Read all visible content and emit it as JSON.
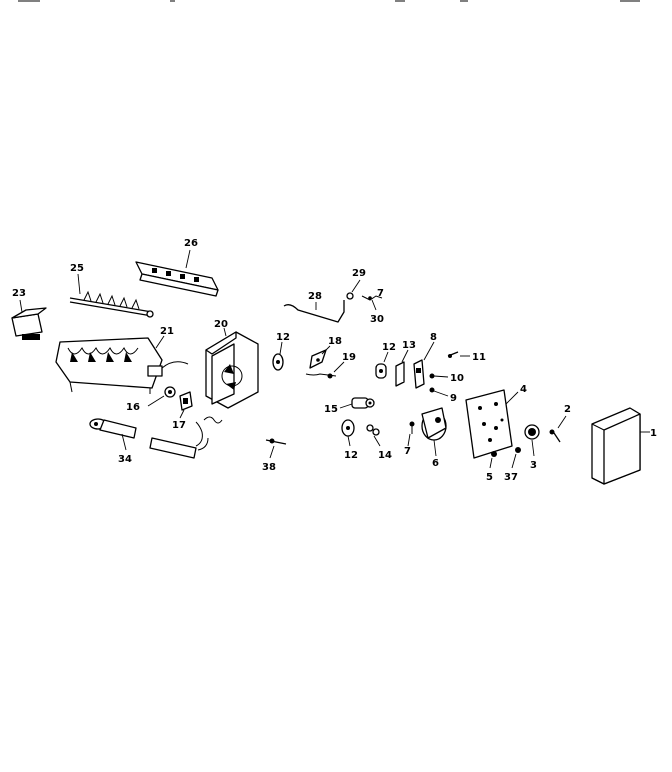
{
  "diagram": {
    "colors": {
      "ink": "#000000",
      "background": "#ffffff"
    },
    "callouts": {
      "p1": "1",
      "p2": "2",
      "p3": "3",
      "p4": "4",
      "p5": "5",
      "p6": "6",
      "p7a": "7",
      "p7b": "7",
      "p8": "8",
      "p9": "9",
      "p10": "10",
      "p11": "11",
      "p12a": "12",
      "p12b": "12",
      "p12c": "12",
      "p13": "13",
      "p14": "14",
      "p15": "15",
      "p16": "16",
      "p17": "17",
      "p18": "18",
      "p19": "19",
      "p20": "20",
      "p21": "21",
      "p23": "23",
      "p25": "25",
      "p26": "26",
      "p28": "28",
      "p29": "29",
      "p30": "30",
      "p34": "34",
      "p37": "37",
      "p38": "38"
    }
  }
}
